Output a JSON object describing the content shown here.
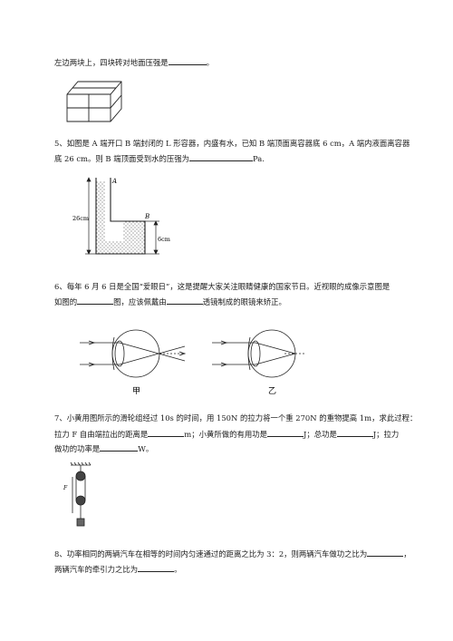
{
  "q4": {
    "tail": "左边两块上，四块砖对地面压强是",
    "end": "。"
  },
  "q5": {
    "line1": "5、如图是 A 端开口 B 端封闭的 L 形容器，内盛有水，已知 B 端顶面离容器底 6 cm，A 端内液面离容器",
    "line2a": "底 26 cm。则 B 端顶面受到水的压强为",
    "line2b": "Pa.",
    "fig": {
      "label_A": "A",
      "label_B": "B",
      "label_26": "26cm",
      "label_6": "6cm"
    }
  },
  "q6": {
    "line1": "6、每年 6 月 6 日是全国“爱眼日”，这是提醒大家关注眼睛健康的国家节日。近视眼的成像示意图是",
    "line2a": "如图的",
    "line2b": "图，应该佩戴由",
    "line2c": "透镜制成的眼镜来矫正。",
    "fig_jia": "甲",
    "fig_yi": "乙"
  },
  "q7": {
    "line1": "7、小黄用图所示的滑轮组经过 10s 的时间，用 150N 的拉力将一个重 270N 的重物提高 1m，求此过程：",
    "line2a": "拉力 F 自由端拉出的距离是",
    "line2b": "m；小黄所做的有用功是",
    "line2c": "J；总功是",
    "line2d": "J；拉力",
    "line3a": "做功的功率是",
    "line3b": "W。",
    "fig_F": "F"
  },
  "q8": {
    "line1a": "8、功率相同的两辆汽车在相等的时间内匀速通过的距离之比为 3：2，则两辆汽车做功之比为",
    "line1b": "，",
    "line2a": "两辆汽车的牵引力之比为",
    "line2b": "。"
  }
}
